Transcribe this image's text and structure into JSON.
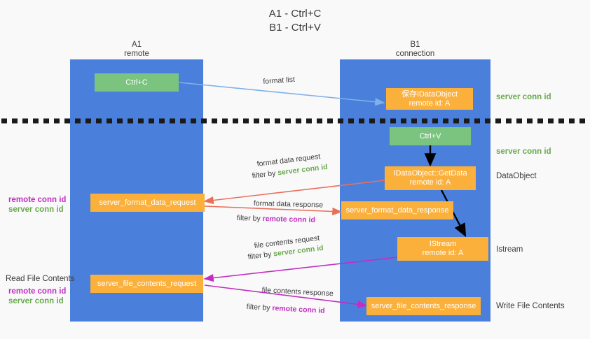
{
  "title": {
    "line1": "A1 - Ctrl+C",
    "line2": "B1 - Ctrl+V"
  },
  "columns": [
    {
      "name": "A1",
      "sub": "remote"
    },
    {
      "name": "B1",
      "sub": "connection"
    }
  ],
  "nodes": {
    "ctrl_c": "Ctrl+C",
    "save_idataobject_l1": "保存IDataObject",
    "save_idataobject_l2": "remote id: A",
    "ctrl_v": "Ctrl+V",
    "getdata_l1": "IDataObject::GetData",
    "getdata_l2": "remote id: A",
    "server_format_data_request": "server_format_data_request",
    "server_format_data_response": "server_format_data_response",
    "istream_l1": "IStream",
    "istream_l2": "remote id: A",
    "server_file_contents_request": "server_file_contents_request",
    "server_file_contents_response": "server_file_contents_response"
  },
  "right_notes": {
    "server_conn_id_top": "server conn id",
    "server_conn_id_mid": "server conn id",
    "dataobject": "DataObject",
    "istream": "Istream",
    "write_file_contents": "Write File Contents"
  },
  "left_notes": {
    "remote_conn_id_1": "remote conn id",
    "server_conn_id_1": "server conn id",
    "read_file_contents": "Read File Contents",
    "remote_conn_id_2": "remote conn id",
    "server_conn_id_2": "server conn id"
  },
  "edge_labels": {
    "format_list": "format list",
    "format_data_request": "format data request",
    "format_data_request_filter_prefix": "filter by ",
    "format_data_request_filter_value": "server conn id",
    "format_data_response": "format data response",
    "format_data_response_filter_prefix": "filter by ",
    "format_data_response_filter_value": "remote conn id",
    "file_contents_request": "file contents request",
    "file_contents_request_filter_prefix": "filter by ",
    "file_contents_request_filter_value": "server conn id",
    "file_contents_response": "file contents response",
    "file_contents_response_filter_prefix": "filter by ",
    "file_contents_response_filter_value": "remote conn id"
  },
  "colors": {
    "panel": "#4a80db",
    "green_node": "#7bc47f",
    "orange_node": "#fbb03b",
    "background": "#f9f9f9",
    "server_conn_id": "#6aa84f",
    "remote_conn_id": "#c12ec1",
    "arrow_blue": "#7fb0e8",
    "arrow_red": "#e8705a",
    "arrow_magenta": "#c12ec1",
    "arrow_black": "#000000",
    "divider": "#1a1a1a"
  }
}
